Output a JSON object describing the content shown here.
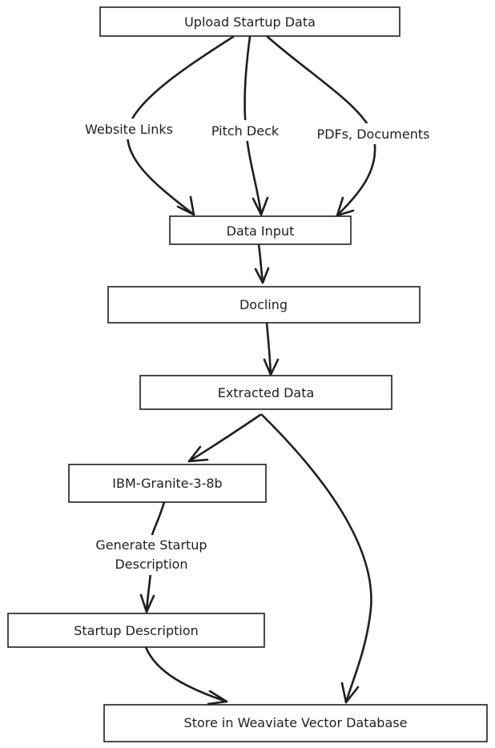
{
  "diagram": {
    "nodes": {
      "upload": {
        "label": "Upload Startup Data"
      },
      "data_input": {
        "label": "Data Input"
      },
      "docling": {
        "label": "Docling"
      },
      "extracted": {
        "label": "Extracted Data"
      },
      "granite": {
        "label": "IBM-Granite-3-8b"
      },
      "startup_desc": {
        "label": "Startup Description"
      },
      "weaviate": {
        "label": "Store in Weaviate Vector Database"
      }
    },
    "edges": {
      "website_links": {
        "label": "Website Links"
      },
      "pitch_deck": {
        "label": "Pitch Deck"
      },
      "pdfs_documents": {
        "label": "PDFs, Documents"
      },
      "generate_line1": {
        "label": "Generate Startup"
      },
      "generate_line2": {
        "label": "Description"
      }
    }
  }
}
